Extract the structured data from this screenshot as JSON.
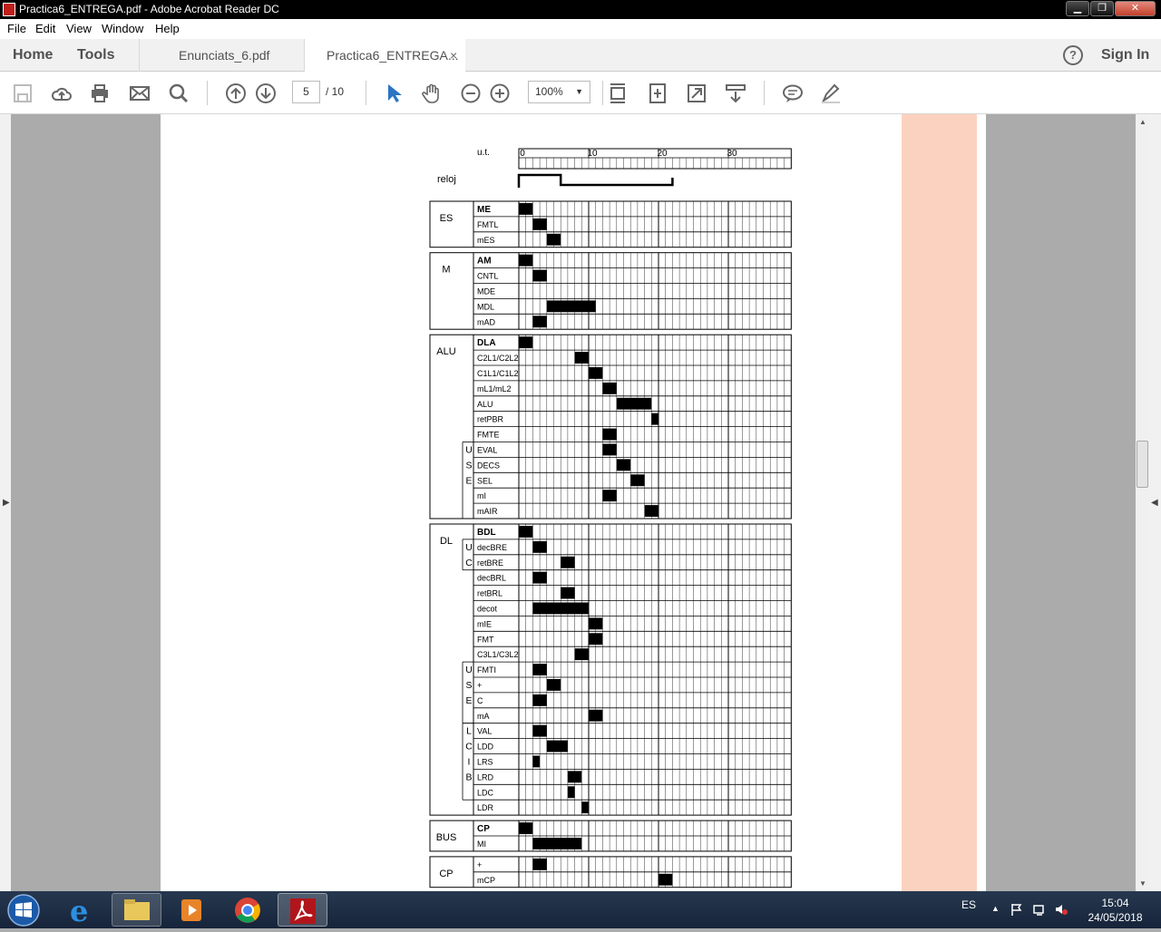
{
  "window": {
    "title": "Practica6_ENTREGA.pdf - Adobe Acrobat Reader DC"
  },
  "menu": [
    "File",
    "Edit",
    "View",
    "Window",
    "Help"
  ],
  "nav": {
    "home": "Home",
    "tools": "Tools"
  },
  "tabs": [
    {
      "label": "Enunciats_6.pdf"
    },
    {
      "label": "Practica6_ENTREGA...",
      "close": "×"
    }
  ],
  "account": {
    "help": "?",
    "sign_in": "Sign In"
  },
  "toolbar": {
    "page_current": "5",
    "page_total": "/ 10",
    "zoom": "100%"
  },
  "chart_data": {
    "type": "table",
    "title": "u.t.",
    "clock_label": "reloj",
    "time_ticks": [
      "0",
      "10",
      "20",
      "30"
    ],
    "clock": {
      "high_start": 0,
      "high_end": 6,
      "low_start": 6,
      "low_end": 22
    },
    "groups": [
      {
        "label": "ES",
        "signals": [
          {
            "name": "ME",
            "bold": true,
            "on": [
              [
                0,
                2
              ]
            ]
          },
          {
            "name": "FMTL",
            "on": [
              [
                2,
                4
              ]
            ]
          },
          {
            "name": "mES",
            "on": [
              [
                4,
                6
              ]
            ]
          }
        ]
      },
      {
        "label": "M",
        "signals": [
          {
            "name": "AM",
            "bold": true,
            "on": [
              [
                0,
                2
              ]
            ]
          },
          {
            "name": "CNTL",
            "on": [
              [
                2,
                4
              ]
            ]
          },
          {
            "name": "MDE",
            "on": []
          },
          {
            "name": "MDL",
            "on": [
              [
                4,
                11
              ]
            ]
          },
          {
            "name": "mAD",
            "on": [
              [
                2,
                4
              ]
            ]
          }
        ]
      },
      {
        "label": "ALU",
        "signals": [
          {
            "name": "DLA",
            "bold": true,
            "on": [
              [
                0,
                2
              ]
            ]
          },
          {
            "name": "C2L1/C2L2",
            "on": [
              [
                8,
                10
              ]
            ]
          },
          {
            "name": "C1L1/C1L2",
            "on": [
              [
                10,
                12
              ]
            ]
          },
          {
            "name": "mL1/mL2",
            "on": [
              [
                12,
                14
              ]
            ]
          },
          {
            "name": "ALU",
            "on": [
              [
                14,
                19
              ]
            ]
          },
          {
            "name": "retPBR",
            "on": [
              [
                19,
                20
              ]
            ]
          },
          {
            "name": "FMTE",
            "on": [
              [
                12,
                14
              ]
            ]
          },
          {
            "name": "EVAL",
            "on": [
              [
                12,
                14
              ]
            ]
          },
          {
            "name": "DECS",
            "on": [
              [
                14,
                16
              ]
            ]
          },
          {
            "name": "SEL",
            "on": [
              [
                16,
                18
              ]
            ]
          },
          {
            "name": "mI",
            "on": [
              [
                12,
                14
              ]
            ]
          },
          {
            "name": "mAIR",
            "on": [
              [
                18,
                20
              ]
            ]
          }
        ],
        "sub": [
          {
            "text": "U\nS\nE",
            "from": 7,
            "to": 11
          }
        ]
      },
      {
        "label": "DL",
        "signals": [
          {
            "name": "BDL",
            "bold": true,
            "on": [
              [
                0,
                2
              ]
            ]
          },
          {
            "name": "decBRE",
            "on": [
              [
                2,
                4
              ]
            ]
          },
          {
            "name": "retBRE",
            "on": [
              [
                6,
                8
              ]
            ]
          },
          {
            "name": "decBRL",
            "on": [
              [
                2,
                4
              ]
            ]
          },
          {
            "name": "retBRL",
            "on": [
              [
                6,
                8
              ]
            ]
          },
          {
            "name": "decot",
            "on": [
              [
                2,
                10
              ]
            ]
          },
          {
            "name": "mIE",
            "on": [
              [
                10,
                12
              ]
            ]
          },
          {
            "name": "FMT",
            "on": [
              [
                10,
                12
              ]
            ]
          },
          {
            "name": "C3L1/C3L2",
            "on": [
              [
                8,
                10
              ]
            ]
          },
          {
            "name": "FMTI",
            "on": [
              [
                2,
                4
              ]
            ]
          },
          {
            "name": "+",
            "on": [
              [
                4,
                6
              ]
            ]
          },
          {
            "name": "C",
            "on": [
              [
                2,
                4
              ]
            ]
          },
          {
            "name": "mA",
            "on": [
              [
                10,
                12
              ]
            ]
          },
          {
            "name": "VAL",
            "on": [
              [
                2,
                4
              ]
            ]
          },
          {
            "name": "LDD",
            "on": [
              [
                4,
                7
              ]
            ]
          },
          {
            "name": "LRS",
            "on": [
              [
                2,
                3
              ]
            ]
          },
          {
            "name": "LRD",
            "on": [
              [
                7,
                9
              ]
            ]
          },
          {
            "name": "LDC",
            "on": [
              [
                7,
                8
              ]
            ]
          },
          {
            "name": "LDR",
            "on": [
              [
                9,
                10
              ]
            ]
          }
        ],
        "sub": [
          {
            "text": "U\nC",
            "from": 1,
            "to": 2
          },
          {
            "text": "U\nS\nE",
            "from": 9,
            "to": 12
          },
          {
            "text": "L\nC\nI\nB",
            "from": 13,
            "to": 17
          }
        ]
      },
      {
        "label": "BUS",
        "signals": [
          {
            "name": "CP",
            "bold": true,
            "on": [
              [
                0,
                2
              ]
            ]
          },
          {
            "name": "MI",
            "on": [
              [
                2,
                9
              ]
            ]
          }
        ]
      },
      {
        "label": "CP",
        "signals": [
          {
            "name": "+",
            "on": [
              [
                2,
                4
              ]
            ]
          },
          {
            "name": "mCP",
            "on": [
              [
                20,
                22
              ]
            ]
          }
        ]
      }
    ]
  },
  "taskbar": {
    "lang": "ES",
    "time": "15:04",
    "date": "24/05/2018"
  }
}
